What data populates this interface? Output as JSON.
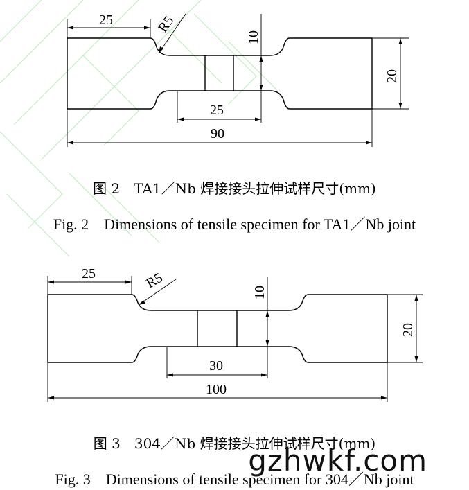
{
  "figure2": {
    "dims": {
      "grip_length": "25",
      "fillet_radius": "R5",
      "gauge_width": "10",
      "gauge_length": "25",
      "total_length": "90",
      "grip_width": "20"
    },
    "caption_zh": "图 2　TA1／Nb 焊接接头拉伸试样尺寸(mm)",
    "caption_en": "Fig. 2　Dimensions of tensile specimen for TA1／Nb joint"
  },
  "figure3": {
    "dims": {
      "grip_length": "25",
      "fillet_radius": "R5",
      "gauge_width": "10",
      "gauge_length": "30",
      "total_length": "100",
      "grip_width": "20"
    },
    "caption_zh": "图 3　304／Nb 焊接接头拉伸试样尺寸(mm)",
    "caption_en": "Fig. 3　Dimensions of tensile specimen for 304／Nb joint"
  },
  "watermark": "gzhwkf.com",
  "colors": {
    "line": "#000000",
    "background": "#ffffff",
    "watermark_outline": "#7cdc7c"
  }
}
